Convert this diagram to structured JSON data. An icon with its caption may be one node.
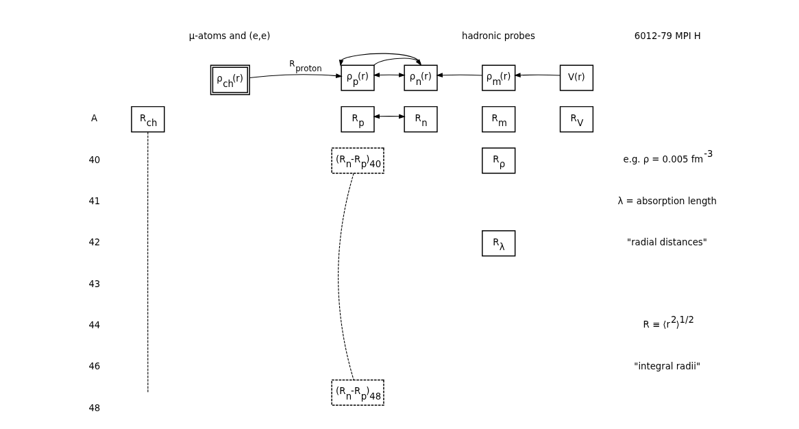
{
  "diagram": {
    "nodes": [
      {
        "text": [
          "ρ$_{ch}$(r)"
        ]
      },
      {
        "text": [
          "R$_{ch}$"
        ]
      },
      {
        "text": [
          "ρ$_{p}$(r)"
        ]
      },
      {
        "text": [
          "R$_{p}$"
        ]
      },
      {
        "text": [
          "ρ$_{n}$(r)"
        ]
      },
      {
        "text": [
          "R$_{n}$"
        ]
      },
      {
        "text": [
          "ρ$_{m}$(r)"
        ]
      },
      {
        "text": [
          "R$_{m}$"
        ]
      },
      {
        "text": [
          "V(r)"
        ]
      },
      {
        "text": [
          "R$_{V}$"
        ]
      },
      {
        "text": [
          "(R$_{n}$-R$_{p}$)$_{40}$"
        ]
      },
      {
        "text": [
          "(R$_{n}$-R$_{p}$)$_{48}$"
        ]
      },
      {
        "text": [
          "R$_{ρ}$"
        ]
      },
      {
        "text": [
          "R$_{λ}$"
        ]
      }
    ],
    "edges": [
      {
        "from": 0,
        "to": 2,
        "arrow": "to",
        "label": "R$_{proton}$"
      },
      {
        "from": 2,
        "to": 4,
        "arrow": "both"
      },
      {
        "from": 2,
        "to": 4,
        "arrow": "to"
      },
      {
        "from": 4,
        "to": 2,
        "arrow": "to"
      },
      {
        "from": 6,
        "to": 4,
        "arrow": "to"
      },
      {
        "from": 8,
        "to": 6,
        "arrow": "to"
      },
      {
        "from": 3,
        "to": 5,
        "arrow": "both"
      },
      {
        "from": 1,
        "to": null,
        "arrow": "none",
        "style": "dashed"
      },
      {
        "from": 10,
        "to": 11,
        "arrow": "none",
        "style": "dashed"
      }
    ],
    "labels": [
      "μ-atoms and (e,e)",
      "hadronic probes",
      "6012-79 MPI H",
      "A",
      "40",
      "41",
      "42",
      "43",
      "44",
      "46",
      "48",
      "e.g. ρ = 0.005 fm$^{-3}$",
      "λ = absorption length",
      "\"radial distances\"",
      "R ≡ ⟨r$^{2}$⟩$^{1/2}$",
      "\"integral radii\""
    ]
  }
}
